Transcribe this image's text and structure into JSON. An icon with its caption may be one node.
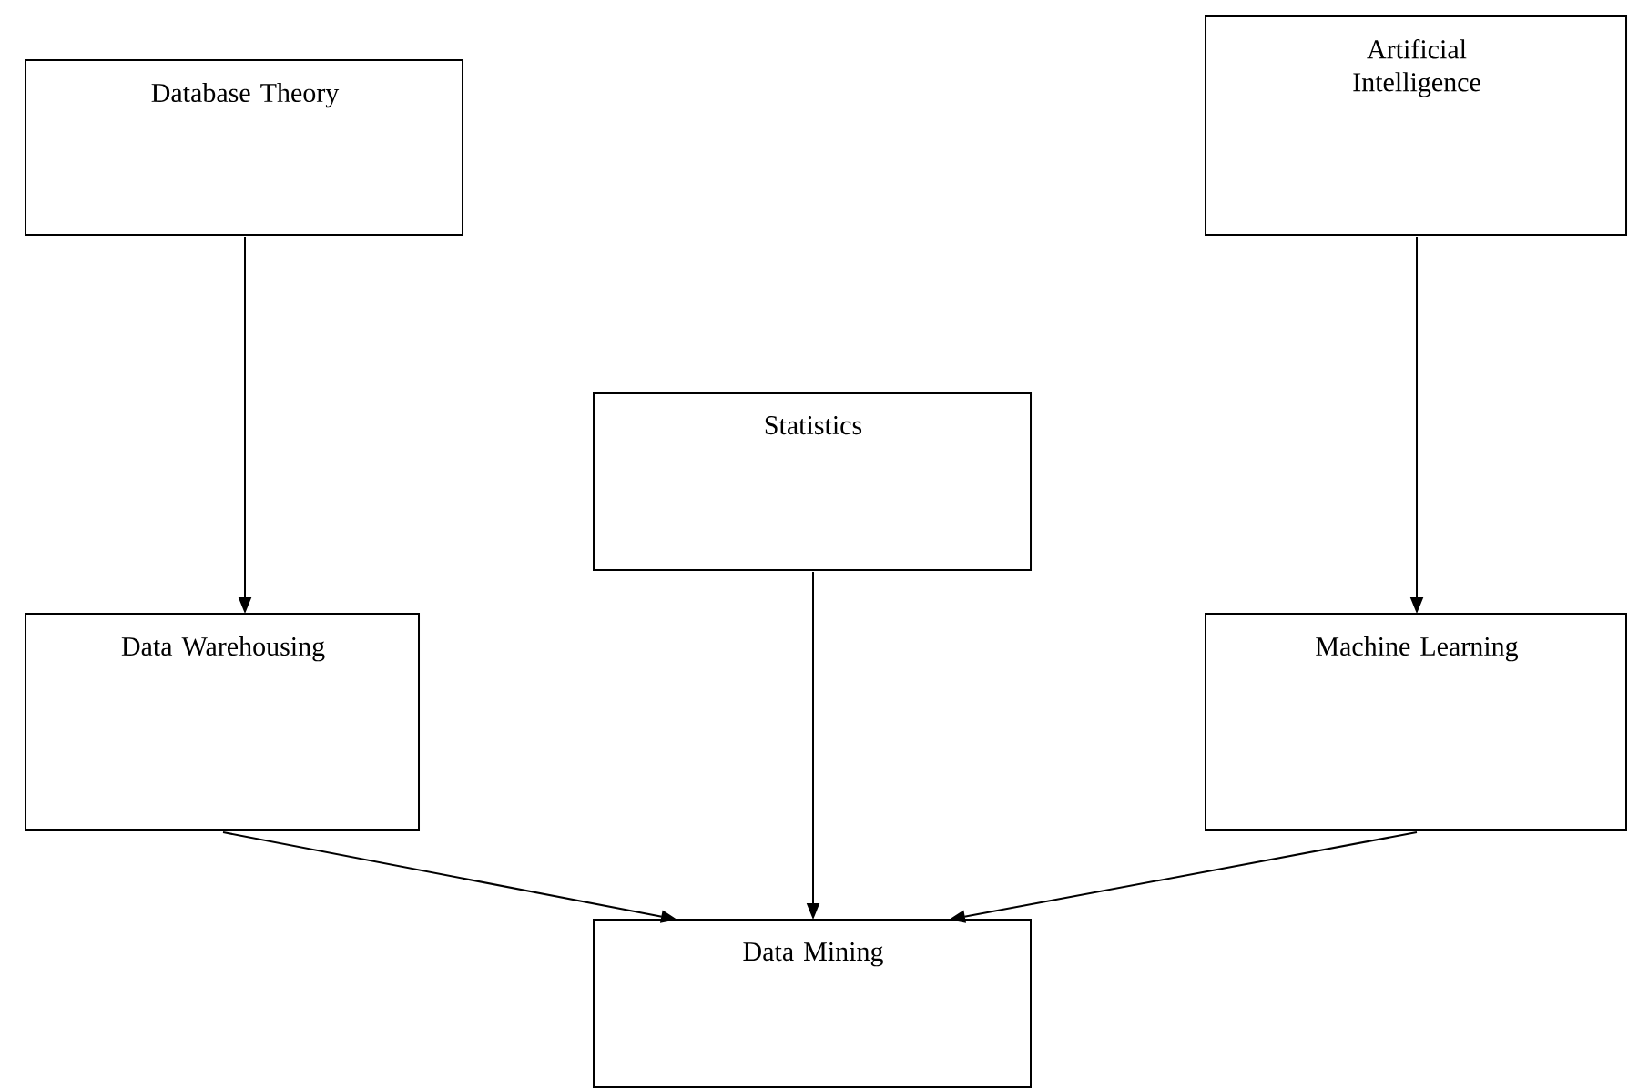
{
  "diagram": {
    "nodes": [
      {
        "text": [
          "Database Theory"
        ]
      },
      {
        "text": [
          "Artificial Intelligence"
        ]
      },
      {
        "text": [
          "Statistics"
        ]
      },
      {
        "text": [
          "Data Warehousing"
        ]
      },
      {
        "text": [
          "Machine Learning"
        ]
      },
      {
        "text": [
          "Data Mining"
        ]
      }
    ],
    "edges": [
      {
        "from": 0,
        "to": 3,
        "arrow": "to"
      },
      {
        "from": 1,
        "to": 4,
        "arrow": "to"
      },
      {
        "from": 2,
        "to": 5,
        "arrow": "to"
      },
      {
        "from": 3,
        "to": 5,
        "arrow": "to"
      },
      {
        "from": 4,
        "to": 5,
        "arrow": "to"
      }
    ]
  }
}
